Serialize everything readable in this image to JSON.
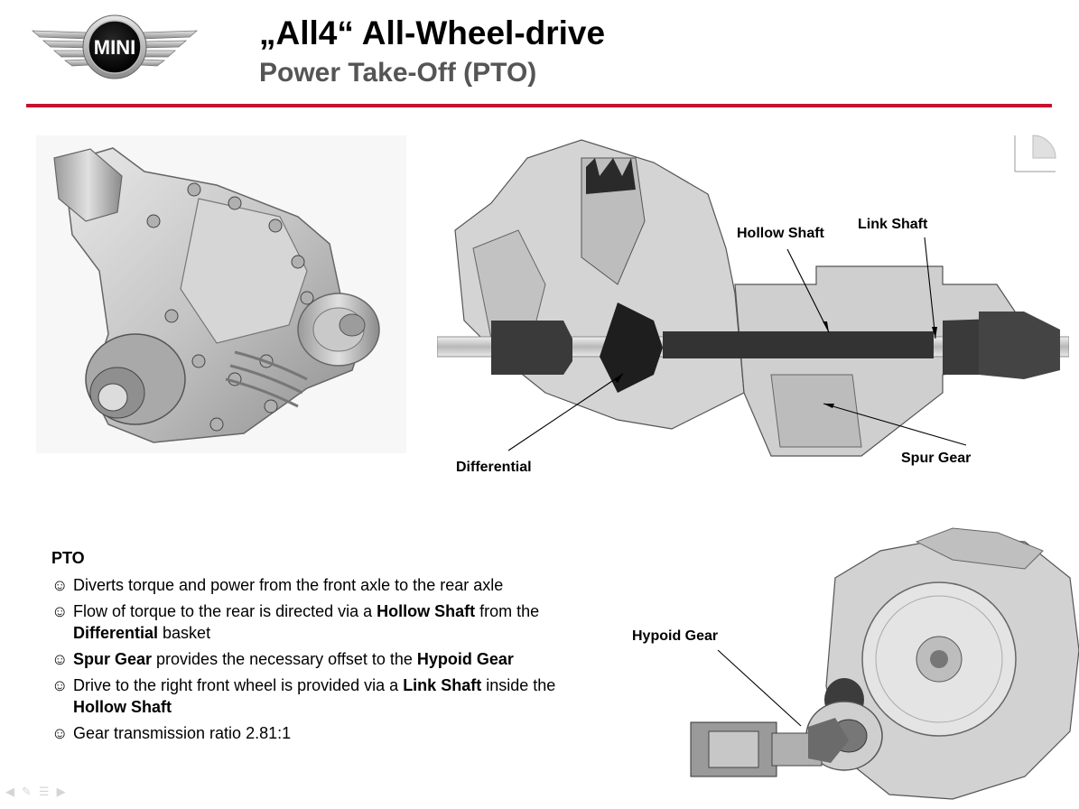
{
  "header": {
    "logo_text": "MINI",
    "title": "„All4“ All-Wheel-drive",
    "subtitle": "Power Take-Off (PTO)"
  },
  "callouts": {
    "hollow_shaft": "Hollow Shaft",
    "link_shaft": "Link Shaft",
    "differential": "Differential",
    "spur_gear": "Spur Gear",
    "hypoid_gear": "Hypoid Gear"
  },
  "text": {
    "heading": "PTO",
    "smiley": "☺",
    "bullets": [
      {
        "segments": [
          {
            "t": "Diverts torque and power from the front axle to the rear axle",
            "b": false
          }
        ]
      },
      {
        "segments": [
          {
            "t": "Flow of torque to the rear is directed via a ",
            "b": false
          },
          {
            "t": "Hollow Shaft",
            "b": true
          },
          {
            "t": " from the ",
            "b": false
          },
          {
            "t": "Differential",
            "b": true
          },
          {
            "t": " basket",
            "b": false
          }
        ]
      },
      {
        "segments": [
          {
            "t": "Spur Gear",
            "b": true
          },
          {
            "t": " provides the necessary offset to the ",
            "b": false
          },
          {
            "t": "Hypoid Gear",
            "b": true
          }
        ]
      },
      {
        "segments": [
          {
            "t": "Drive to the right front wheel is provided via a ",
            "b": false
          },
          {
            "t": "Link Shaft",
            "b": true
          },
          {
            "t": " inside the ",
            "b": false
          },
          {
            "t": "Hollow Shaft",
            "b": true
          }
        ]
      },
      {
        "segments": [
          {
            "t": "Gear transmission ratio 2.81:1",
            "b": false
          }
        ]
      }
    ]
  },
  "colors": {
    "accent_red": "#c8102e",
    "subtitle_gray": "#555555"
  },
  "nav_icons": [
    "arrow-left-icon",
    "pen-icon",
    "menu-icon",
    "arrow-right-icon"
  ]
}
